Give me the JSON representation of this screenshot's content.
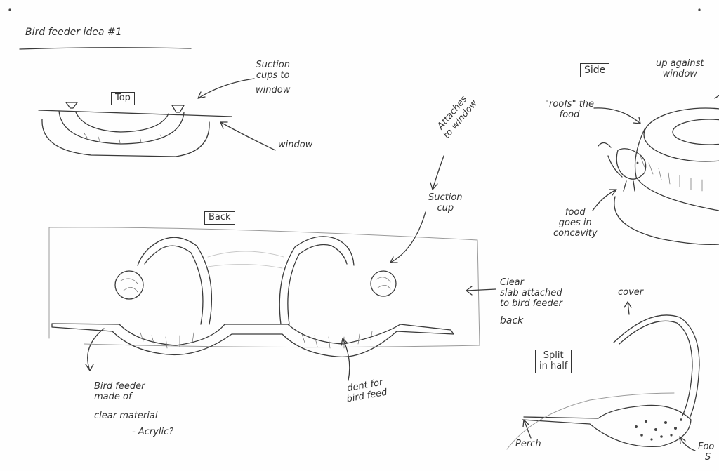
{
  "sheet": {
    "title": "Bird feeder idea #1"
  },
  "top_view": {
    "heading": "Top",
    "suction_label": [
      "Suction",
      "cups to",
      "window"
    ],
    "window_label": "window"
  },
  "back_view": {
    "heading": "Back",
    "attaches_label": [
      "Attaches",
      "to window"
    ],
    "suction_cup_label": [
      "Suction",
      "cup"
    ],
    "slab_label": [
      "Clear",
      "slab attached",
      "to bird feeder",
      "back"
    ],
    "material_label": [
      "Bird feeder",
      "made of",
      "clear material",
      "- Acrylic?"
    ],
    "dent_label": [
      "dent for",
      "bird feed"
    ]
  },
  "side_view": {
    "heading": "Side",
    "against_label": [
      "up against",
      "window"
    ],
    "roofs_label": [
      "\"roofs\" the",
      "food"
    ],
    "food_label": [
      "food",
      "goes in",
      "concavity"
    ]
  },
  "split_view": {
    "heading": [
      "Split",
      "in half"
    ],
    "cover_label": "cover",
    "perch_label": "Perch",
    "food_seed_label": [
      "Foo",
      "S"
    ]
  }
}
